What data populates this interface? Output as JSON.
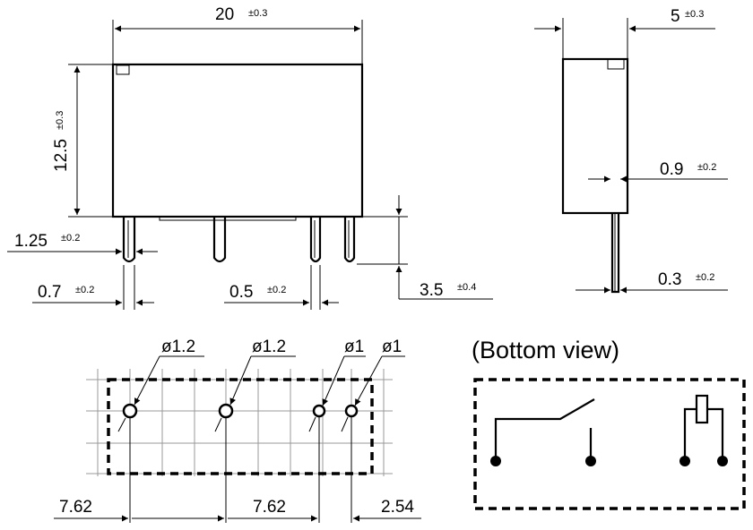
{
  "front_view": {
    "width": {
      "value": "20",
      "tol": "±0.3"
    },
    "height": {
      "value": "12.5",
      "tol": "±0.3"
    },
    "pin_pitch_offset": {
      "value": "1.25",
      "tol": "±0.2"
    },
    "pin_width": {
      "value": "0.7",
      "tol": "±0.2"
    },
    "pin_thickness": {
      "value": "0.5",
      "tol": "±0.2"
    },
    "pin_length": {
      "value": "3.5",
      "tol": "±0.4"
    }
  },
  "side_view": {
    "depth": {
      "value": "5",
      "tol": "±0.3"
    },
    "pin_offset": {
      "value": "0.9",
      "tol": "±0.2"
    },
    "pin_thickness": {
      "value": "0.3",
      "tol": "±0.2"
    }
  },
  "pcb_layout": {
    "holes": [
      {
        "label": "ø1.2"
      },
      {
        "label": "ø1.2"
      },
      {
        "label": "ø1"
      },
      {
        "label": "ø1"
      }
    ],
    "spacings": [
      "7.62",
      "7.62",
      "2.54"
    ]
  },
  "schematic": {
    "title": "(Bottom view)"
  }
}
